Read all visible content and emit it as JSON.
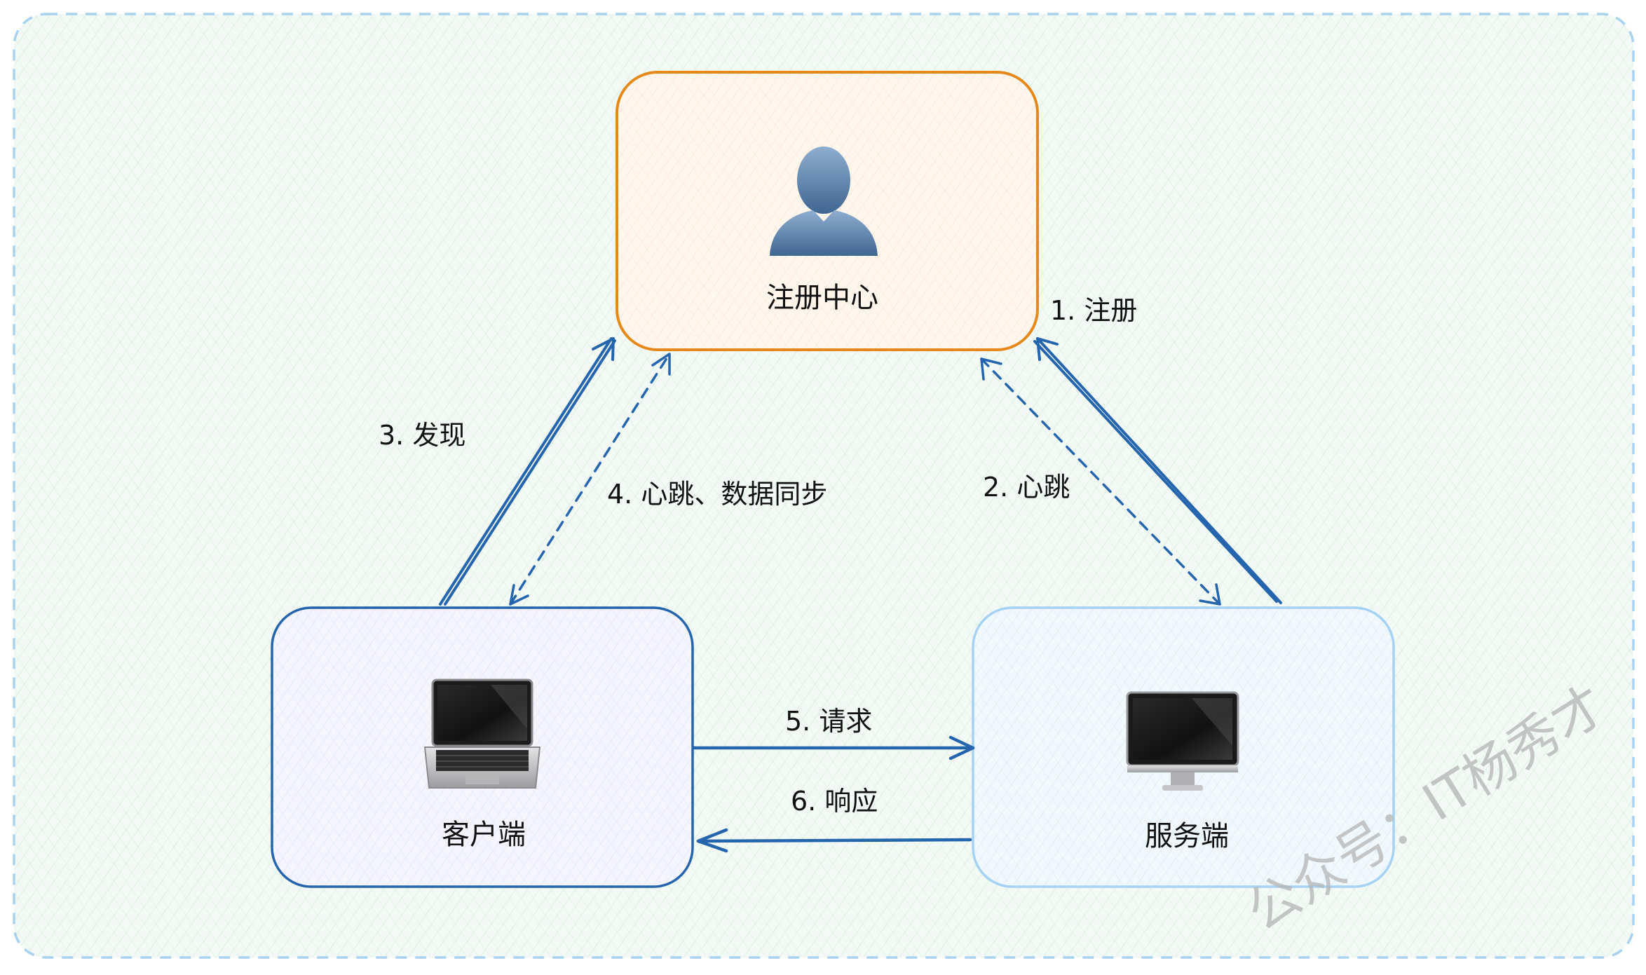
{
  "nodes": {
    "registry": {
      "label": "注册中心",
      "icon": "user-silhouette-icon"
    },
    "client": {
      "label": "客户端",
      "icon": "laptop-icon"
    },
    "server": {
      "label": "服务端",
      "icon": "desktop-monitor-icon"
    }
  },
  "edges": {
    "register": "1. 注册",
    "heartbeat": "2. 心跳",
    "discover": "3. 发现",
    "heartbeat_sync": "4. 心跳、数据同步",
    "request": "5. 请求",
    "response": "6. 响应"
  },
  "watermark": "公众号：IT杨秀才",
  "colors": {
    "registry_border": "#e58a1a",
    "client_border": "#2465ad",
    "server_border": "#a5d2f5",
    "arrow": "#2465ad",
    "frame_border": "#a9d2f0",
    "background_tint": "#eef8f0"
  }
}
